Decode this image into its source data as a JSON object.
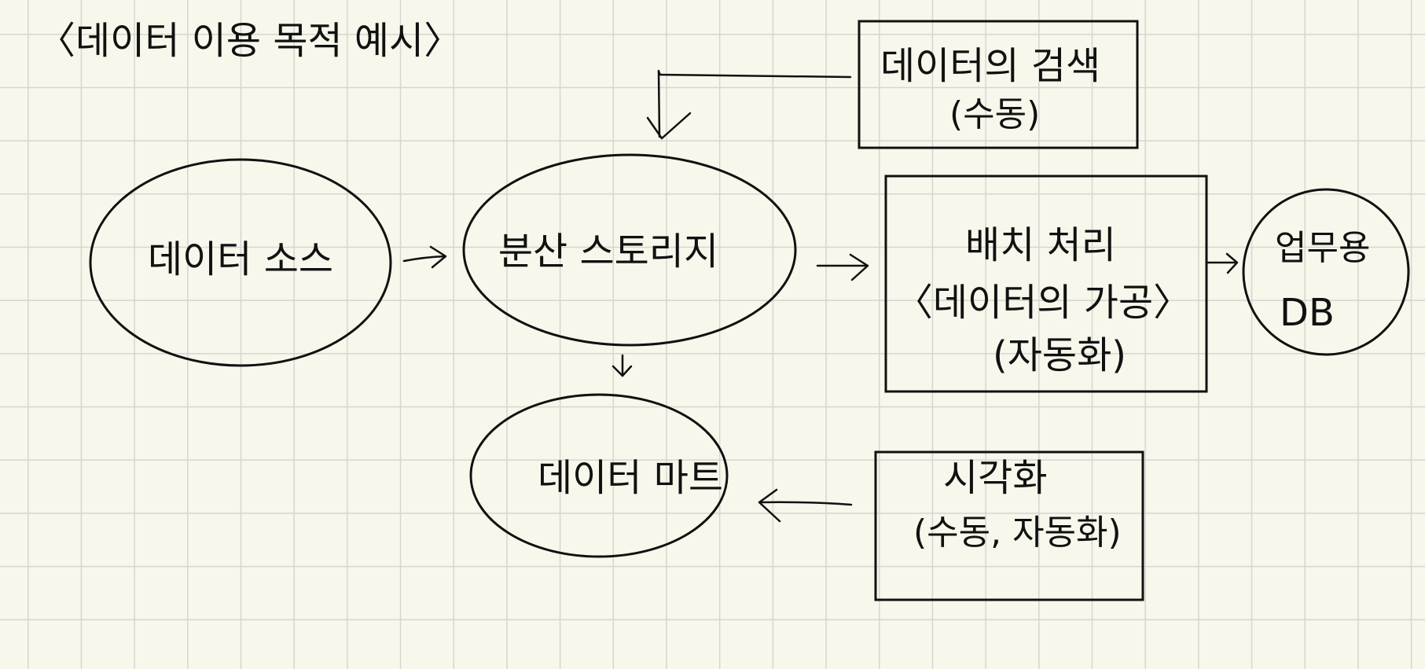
{
  "title": "〈데이터 이용 목적 예시〉",
  "nodes": {
    "data_source": "데이터 소스",
    "distributed_storage": "분산 스토리지",
    "data_mart": "데이터 마트",
    "batch_processing": {
      "line1": "배치 처리",
      "line2": "〈데이터의 가공〉",
      "line3": "(자동화)"
    },
    "business_db": {
      "line1": "업무용",
      "line2": "DB"
    },
    "data_search": {
      "line1": "데이터의 검색",
      "line2": "(수동)"
    },
    "visualization": {
      "line1": "시각화",
      "line2": "(수동, 자동화)"
    }
  },
  "colors": {
    "paper": "#f8f7ec",
    "grid": "#d6d6d0",
    "ink": "#111111"
  }
}
